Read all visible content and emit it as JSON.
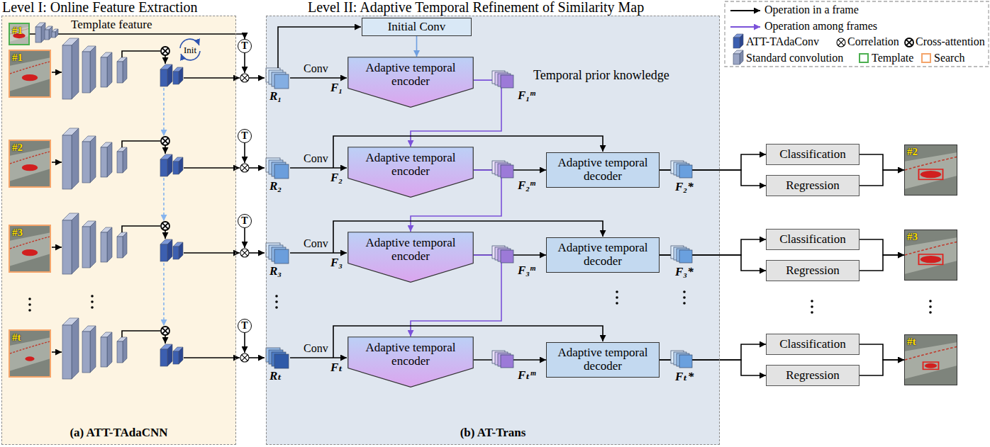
{
  "diagram": {
    "nodes": [
      {
        "text": [
          "Level I: Online Feature Extraction",
          "(a) ATT-TAdaCNN"
        ]
      },
      {
        "text": [
          "#1"
        ],
        "in": 0
      },
      {
        "text": [
          "#1"
        ],
        "in": 0
      },
      {
        "text": [
          "#2"
        ],
        "in": 0
      },
      {
        "text": [
          "#3"
        ],
        "in": 0
      },
      {
        "text": [
          "#t"
        ],
        "in": 0
      },
      {
        "text": [
          "T"
        ]
      },
      {
        "text": [
          "T"
        ]
      },
      {
        "text": [
          "T"
        ]
      },
      {
        "text": [
          "T"
        ]
      },
      {
        "text": [
          "Level II: Adaptive Temporal Refinement of Similarity Map",
          "(b) AT-Trans"
        ]
      },
      {
        "text": [
          "Initial Conv"
        ],
        "in": 10
      },
      {
        "text": [
          "Adaptive temporal encoder"
        ],
        "in": 10
      },
      {
        "text": [
          "Adaptive temporal encoder"
        ],
        "in": 10
      },
      {
        "text": [
          "Adaptive temporal decoder"
        ],
        "in": 10
      },
      {
        "text": [
          "Adaptive temporal encoder"
        ],
        "in": 10
      },
      {
        "text": [
          "Adaptive temporal decoder"
        ],
        "in": 10
      },
      {
        "text": [
          "Adaptive temporal encoder"
        ],
        "in": 10
      },
      {
        "text": [
          "Adaptive temporal decoder"
        ],
        "in": 10
      },
      {
        "text": [
          "Classification"
        ]
      },
      {
        "text": [
          "Regression"
        ]
      },
      {
        "text": [
          "#2"
        ]
      },
      {
        "text": [
          "Classification"
        ]
      },
      {
        "text": [
          "Regression"
        ]
      },
      {
        "text": [
          "#3"
        ]
      },
      {
        "text": [
          "Classification"
        ]
      },
      {
        "text": [
          "Regression"
        ]
      },
      {
        "text": [
          "#t"
        ]
      }
    ],
    "edges": [
      {
        "from": 11,
        "to": 12,
        "arrow": "to"
      },
      {
        "from": 12,
        "to": 13,
        "arrow": "to"
      },
      {
        "from": 13,
        "to": 14,
        "arrow": "to"
      },
      {
        "from": 13,
        "to": 15,
        "arrow": "to"
      },
      {
        "from": 15,
        "to": 16,
        "arrow": "to"
      },
      {
        "from": 15,
        "to": 17,
        "arrow": "to"
      },
      {
        "from": 17,
        "to": 18,
        "arrow": "to"
      },
      {
        "from": 14,
        "to": 19,
        "arrow": "to"
      },
      {
        "from": 14,
        "to": 20,
        "arrow": "to"
      },
      {
        "from": 19,
        "to": 21,
        "arrow": "to"
      },
      {
        "from": 20,
        "to": 21,
        "arrow": "to"
      },
      {
        "from": 16,
        "to": 22,
        "arrow": "to"
      },
      {
        "from": 16,
        "to": 23,
        "arrow": "to"
      },
      {
        "from": 22,
        "to": 24,
        "arrow": "to"
      },
      {
        "from": 23,
        "to": 24,
        "arrow": "to"
      },
      {
        "from": 18,
        "to": 25,
        "arrow": "to"
      },
      {
        "from": 18,
        "to": 26,
        "arrow": "to"
      },
      {
        "from": 25,
        "to": 27,
        "arrow": "to"
      },
      {
        "from": 26,
        "to": 27,
        "arrow": "to"
      },
      {
        "from": 1,
        "to": 6,
        "arrow": "to"
      }
    ],
    "labels": [
      "Template feature",
      "Init",
      "R₁",
      "Conv",
      "F₁",
      "F₁ᵐ",
      "Temporal prior knowledge",
      "R₂",
      "Conv",
      "F₂",
      "F₂ᵐ",
      "F₂*",
      "R₃",
      "Conv",
      "F₃",
      "F₃ᵐ",
      "F₃*",
      "Rₜ",
      "Conv",
      "Fₜ",
      "Fₜᵐ",
      "Fₜ*"
    ],
    "legend": [
      {
        "text": "Operation in a frame"
      },
      {
        "text": "Operation among frames"
      },
      {
        "text": "ATT-TAdaConv"
      },
      {
        "text": "Standard convolution"
      },
      {
        "text": "Correlation"
      },
      {
        "text": "Cross-attention"
      },
      {
        "text": "Template"
      },
      {
        "text": "Search"
      }
    ]
  }
}
